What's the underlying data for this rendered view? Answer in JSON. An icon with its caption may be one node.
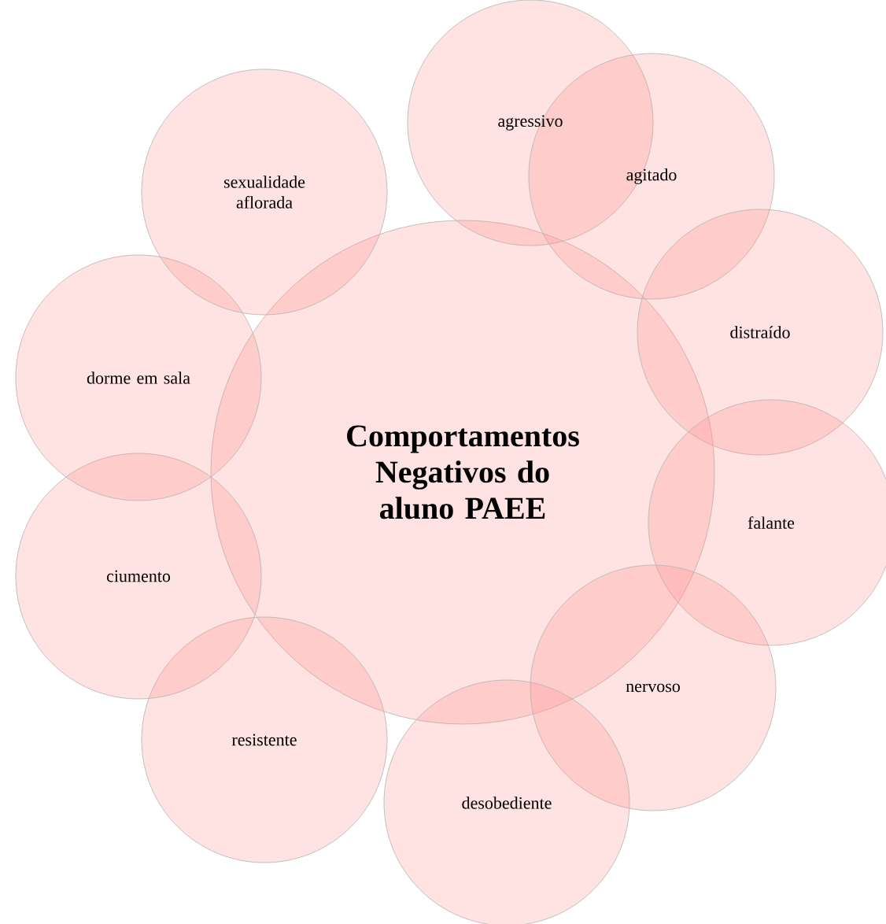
{
  "diagram": {
    "nodes": [
      {
        "text": [
          "Comportamentos Negativos do aluno PAEE"
        ]
      },
      {
        "text": [
          "agressivo"
        ]
      },
      {
        "text": [
          "agitado"
        ]
      },
      {
        "text": [
          "distraído"
        ]
      },
      {
        "text": [
          "falante"
        ]
      },
      {
        "text": [
          "nervoso"
        ]
      },
      {
        "text": [
          "desobediente"
        ]
      },
      {
        "text": [
          "resistente"
        ]
      },
      {
        "text": [
          "ciumento"
        ]
      },
      {
        "text": [
          "dorme em sala"
        ]
      },
      {
        "text": [
          "sexualidade aflorada"
        ]
      }
    ]
  }
}
